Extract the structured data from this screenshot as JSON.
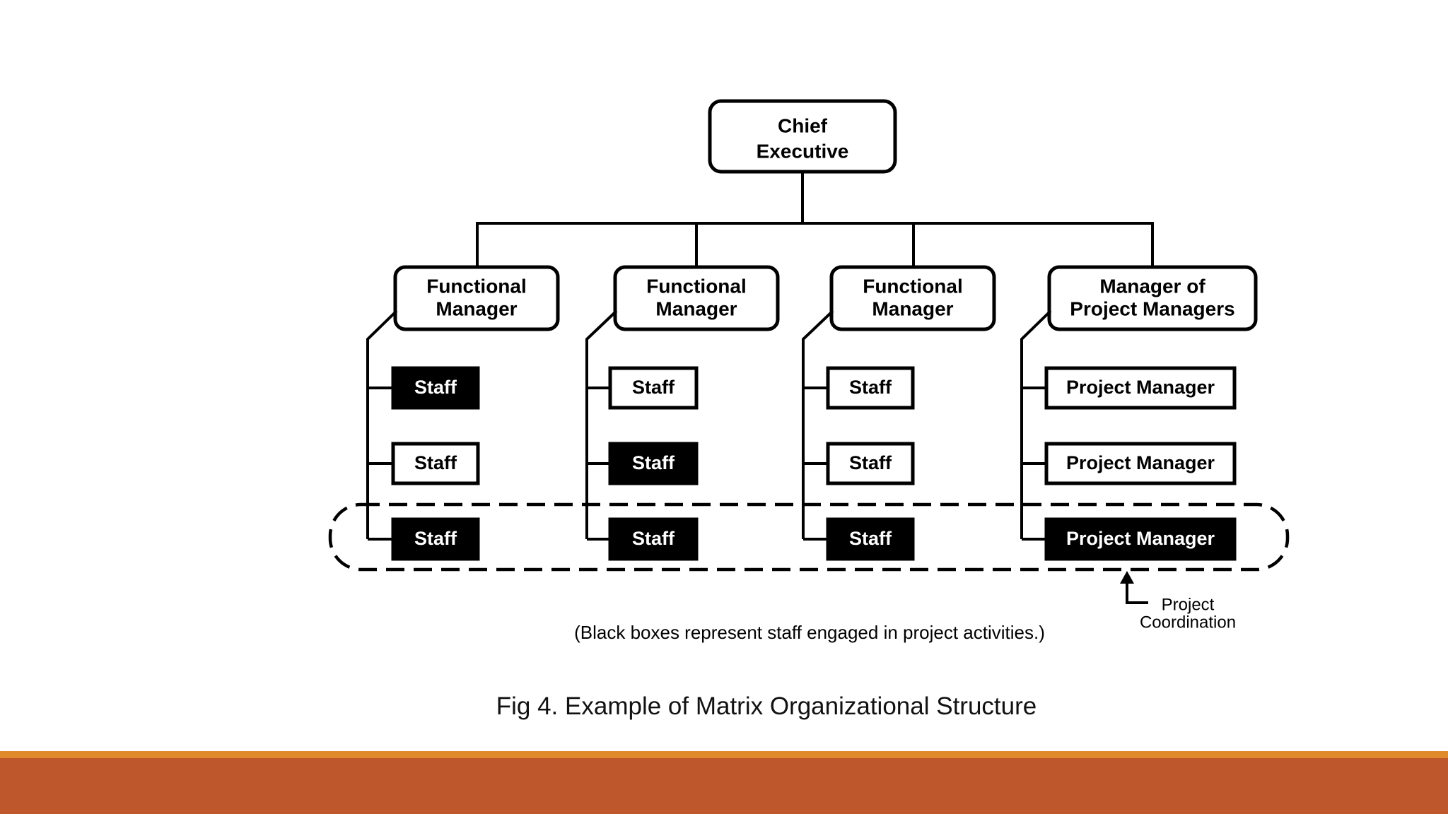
{
  "diagram": {
    "chief": [
      "Chief",
      "Executive"
    ],
    "managers": [
      {
        "lines": [
          "Functional",
          "Manager"
        ],
        "staff": [
          {
            "label": "Staff",
            "engaged": true
          },
          {
            "label": "Staff",
            "engaged": false
          },
          {
            "label": "Staff",
            "engaged": true
          }
        ]
      },
      {
        "lines": [
          "Functional",
          "Manager"
        ],
        "staff": [
          {
            "label": "Staff",
            "engaged": false
          },
          {
            "label": "Staff",
            "engaged": true
          },
          {
            "label": "Staff",
            "engaged": true
          }
        ]
      },
      {
        "lines": [
          "Functional",
          "Manager"
        ],
        "staff": [
          {
            "label": "Staff",
            "engaged": false
          },
          {
            "label": "Staff",
            "engaged": false
          },
          {
            "label": "Staff",
            "engaged": true
          }
        ]
      },
      {
        "lines": [
          "Manager of",
          "Project Managers"
        ],
        "staff": [
          {
            "label": "Project Manager",
            "engaged": false
          },
          {
            "label": "Project Manager",
            "engaged": false
          },
          {
            "label": "Project Manager",
            "engaged": true
          }
        ]
      }
    ],
    "coordination_label": [
      "Project",
      "Coordination"
    ],
    "note": "(Black boxes represent staff engaged in project activities.)"
  },
  "caption": "Fig 4. Example of Matrix Organizational Structure",
  "colors": {
    "footer_band": "#be582c",
    "footer_line": "#e08a2b",
    "ink": "#000000"
  }
}
